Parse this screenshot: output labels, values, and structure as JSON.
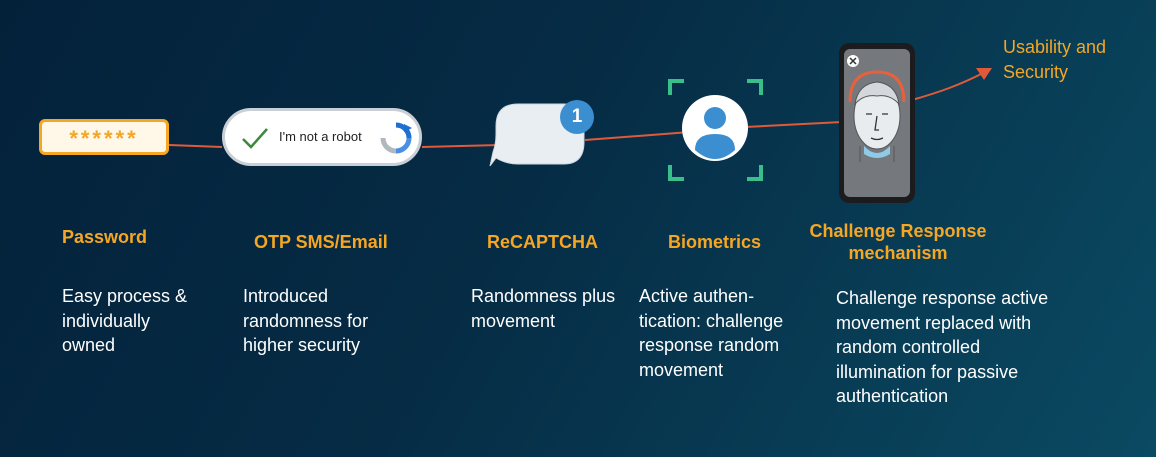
{
  "password": {
    "mask": "******"
  },
  "captcha": {
    "label": "I'm not a robot"
  },
  "chat_badge": {
    "count": "1"
  },
  "destination": {
    "text": "Usability and\nSecurity"
  },
  "stages": [
    {
      "title": "Password",
      "description": "Easy process &\nindividually\nowned"
    },
    {
      "title": "OTP SMS/Email",
      "description": "Introduced\nrandomness for\nhigher security"
    },
    {
      "title": "ReCAPTCHA",
      "description": "Randomness plus\nmovement"
    },
    {
      "title": "Biometrics",
      "description": "Active authen-\ntication: challenge\nresponse random\nmovement"
    },
    {
      "title": "Challenge Response mechanism",
      "description": "Challenge response active\nmovement replaced with\nrandom controlled\nillumination for passive\nauthentication"
    }
  ],
  "colors": {
    "accent": "#f5a623",
    "line": "#e05a3a",
    "bracket": "#3bbf8a",
    "blue": "#3b8fd1"
  }
}
